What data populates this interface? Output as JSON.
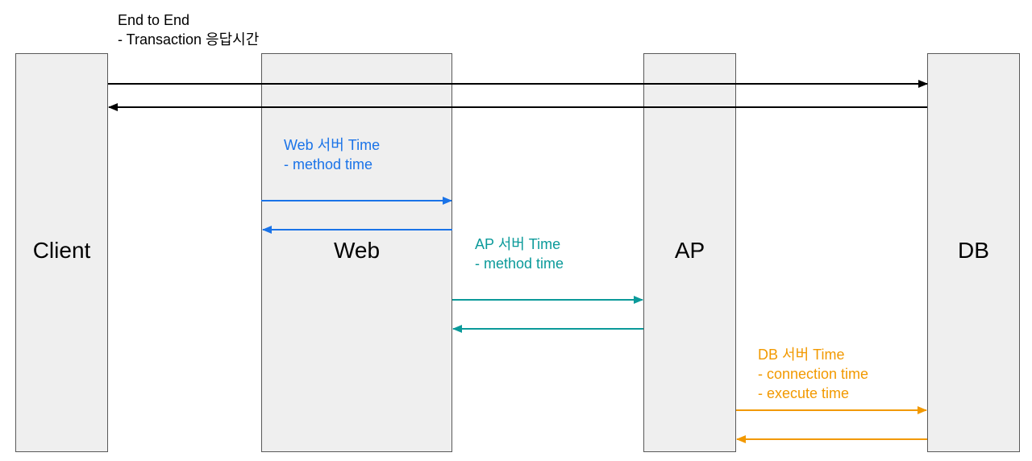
{
  "components": {
    "client": "Client",
    "web": "Web",
    "ap": "AP",
    "db": "DB"
  },
  "annotations": {
    "end_to_end": {
      "title": "End to End",
      "detail": "- Transaction 응답시간",
      "color": "#000000"
    },
    "web_server": {
      "title": "Web  서버 Time",
      "detail": "- method time",
      "color": "#1a73e8"
    },
    "ap_server": {
      "title": "AP 서버 Time",
      "detail": "- method time",
      "color": "#0b9a9a"
    },
    "db_server": {
      "title": "DB  서버 Time",
      "detail1": "- connection time",
      "detail2": "- execute time",
      "color": "#f29900"
    }
  }
}
